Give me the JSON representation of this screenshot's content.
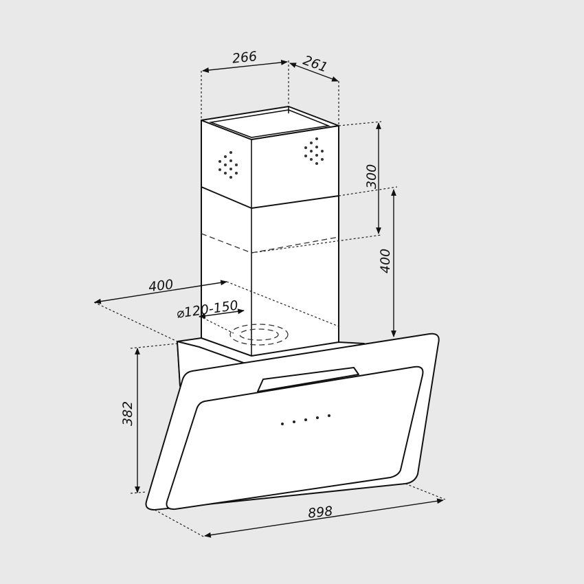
{
  "title": "Range hood dimension drawing",
  "dimensions": {
    "chimney_width": "266",
    "chimney_depth": "261",
    "upper_chimney_height": "300",
    "lower_chimney_height": "400",
    "wall_depth": "400",
    "duct_diameter": "⌀120-150",
    "hood_height": "382",
    "hood_width": "898"
  },
  "colors": {
    "background": "#e9e9e9",
    "line": "#111111",
    "body": "#ffffff"
  }
}
